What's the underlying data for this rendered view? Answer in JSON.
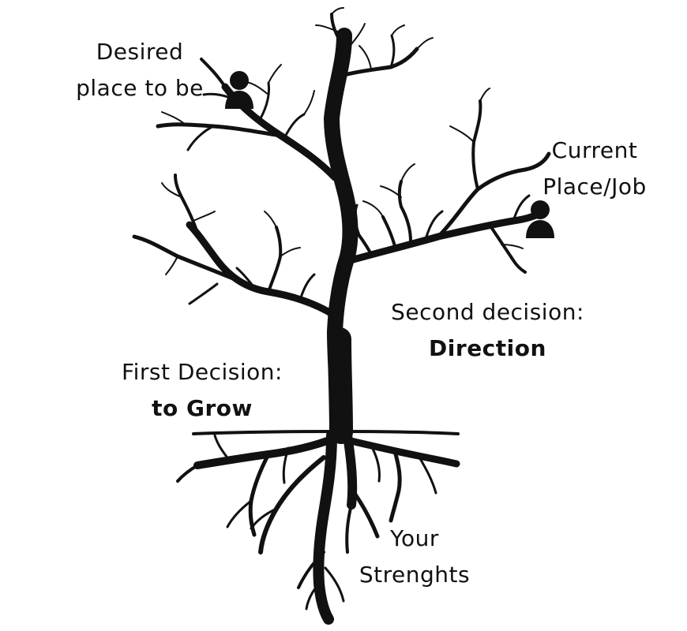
{
  "labels": {
    "desired": [
      "Desired",
      "place to be"
    ],
    "current": [
      "Current",
      "Place/Job"
    ],
    "second_decision": {
      "line1": "Second decision:",
      "line2": "Direction"
    },
    "first_decision": {
      "line1": "First Decision:",
      "line2": "to Grow"
    },
    "roots": [
      "Your",
      "Strenghts"
    ]
  },
  "icons": {
    "desired_person": "person-icon",
    "current_person": "person-icon"
  },
  "colors": {
    "ink": "#111111",
    "background": "#ffffff"
  }
}
